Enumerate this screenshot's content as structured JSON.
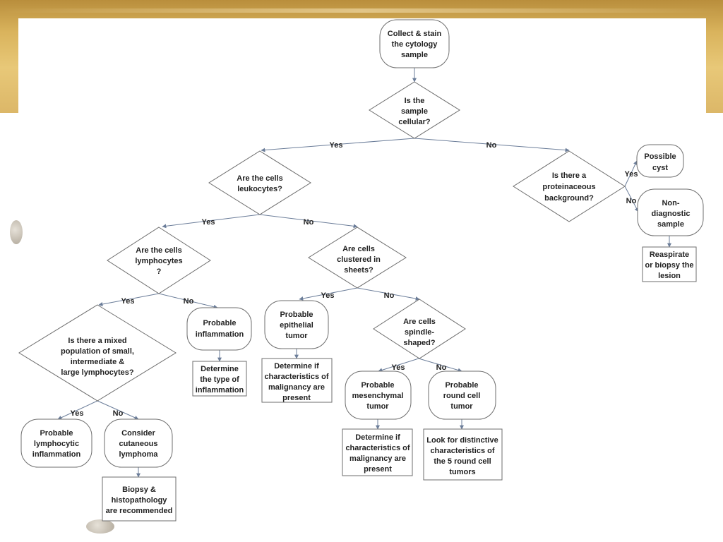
{
  "nodes": {
    "collect": [
      "Collect & stain",
      "the cytology",
      "sample"
    ],
    "cellular": [
      "Is the",
      "sample",
      "cellular?"
    ],
    "leukocytes": [
      "Are the cells",
      "leukocytes?"
    ],
    "proteinaceous": [
      "Is there a",
      "proteinaceous",
      "background?"
    ],
    "cyst": [
      "Possible",
      "cyst"
    ],
    "nondiagnostic": [
      "Non-",
      "diagnostic",
      "sample"
    ],
    "reaspirate": [
      "Reaspirate",
      "or biopsy the",
      "lesion"
    ],
    "lymphocytes": [
      "Are the cells",
      "lymphocytes",
      "?"
    ],
    "sheets": [
      "Are cells",
      "clustered in",
      "sheets?"
    ],
    "mixed": [
      "Is there a mixed",
      "population of small,",
      "intermediate &",
      "large lymphocytes?"
    ],
    "inflammation": [
      "Probable",
      "inflammation"
    ],
    "determine_type": [
      "Determine",
      "the type of",
      "inflammation"
    ],
    "epithelial": [
      "Probable",
      "epithelial",
      "tumor"
    ],
    "determine_malig1": [
      "Determine if",
      "characteristics of",
      "malignancy are",
      "present"
    ],
    "spindle": [
      "Are cells",
      "spindle-",
      "shaped?"
    ],
    "lymphocytic": [
      "Probable",
      "lymphocytic",
      "inflammation"
    ],
    "lymphoma": [
      "Consider",
      "cutaneous",
      "lymphoma"
    ],
    "biopsy": [
      "Biopsy &",
      "histopathology",
      "are recommended"
    ],
    "mesenchymal": [
      "Probable",
      "mesenchymal",
      "tumor"
    ],
    "roundcell": [
      "Probable",
      "round cell",
      "tumor"
    ],
    "determine_malig2": [
      "Determine if",
      "characteristics of",
      "malignancy are",
      "present"
    ],
    "distinctive": [
      "Look for distinctive",
      "characteristics of",
      "the 5 round cell",
      "tumors"
    ]
  },
  "edge_labels": {
    "yes": "Yes",
    "no": "No"
  }
}
